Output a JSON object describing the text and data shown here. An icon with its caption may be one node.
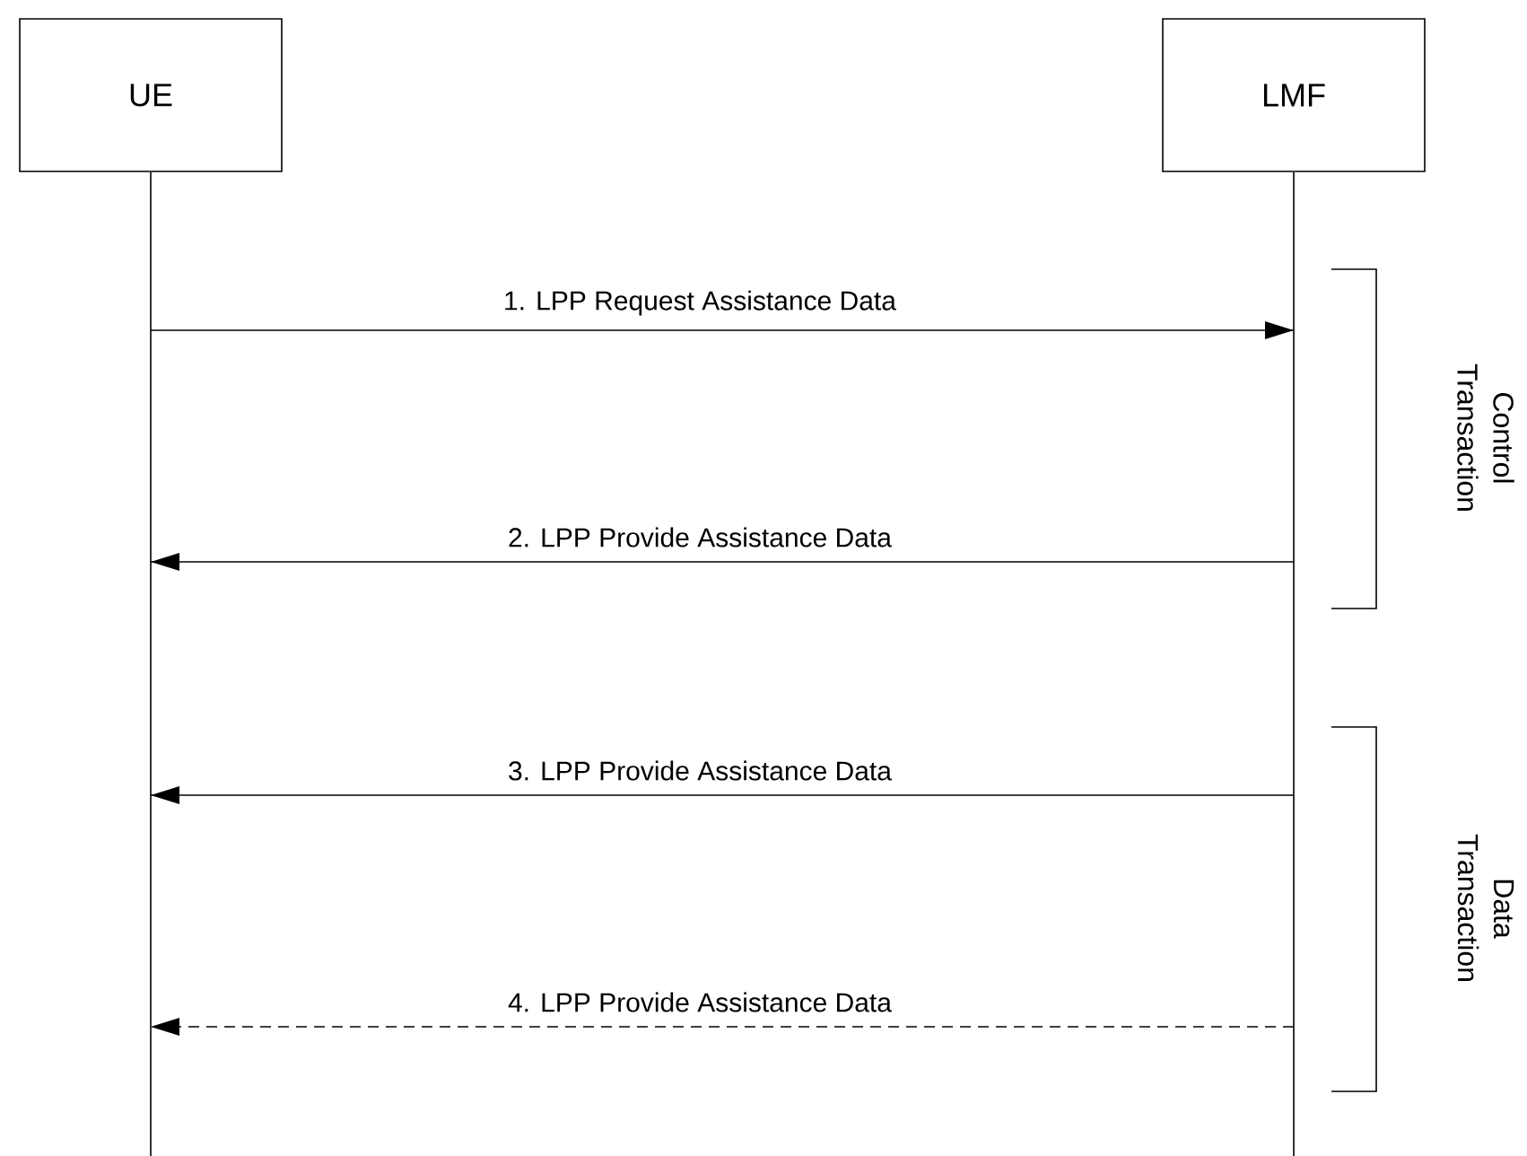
{
  "diagram": {
    "nodes": [
      {
        "text": [
          "UE"
        ]
      },
      {
        "text": [
          "LMF"
        ]
      }
    ],
    "edges": [
      {
        "from": 0,
        "to": 1,
        "arrow": "to",
        "label": "1. LPP Request Assistance Data"
      },
      {
        "from": 1,
        "to": 0,
        "arrow": "to",
        "label": "2. LPP Provide Assistance Data"
      },
      {
        "from": 1,
        "to": 0,
        "arrow": "to",
        "label": "3. LPP Provide Assistance Data"
      },
      {
        "from": 1,
        "to": 0,
        "arrow": "to",
        "label": "4. LPP Provide Assistance Data",
        "style": "dashed"
      }
    ],
    "labels": [
      "Control Transaction",
      "Data Transaction"
    ]
  }
}
